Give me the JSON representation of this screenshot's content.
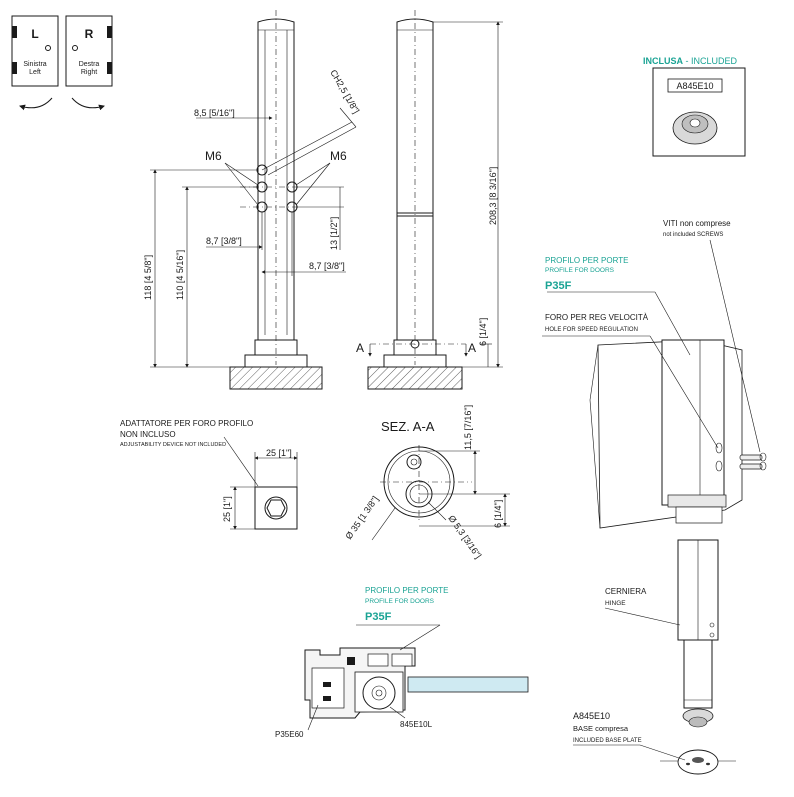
{
  "orientation": {
    "left": {
      "letter": "L",
      "it": "Sinistra",
      "en": "Left"
    },
    "right": {
      "letter": "R",
      "it": "Destra",
      "en": "Right"
    }
  },
  "dimensions": {
    "d_8_5": "8,5",
    "d_8_5_in": "5/16\"",
    "ch": "CH2,5",
    "ch_in": "1/8\"",
    "m6_left": "M6",
    "m6_right": "M6",
    "d_8_7a": "8,7",
    "d_8_7a_in": "3/8\"",
    "d_8_7b": "8,7",
    "d_8_7b_in": "3/8\"",
    "d_13": "13",
    "d_13_in": "1/2\"",
    "d_118": "118",
    "d_118_in": "4 5/8\"",
    "d_110": "110",
    "d_110_in": "4 5/16\"",
    "d_208": "208,3",
    "d_208_in": "8 3/16\"",
    "d_6": "6",
    "d_6_in": "1/4\"",
    "sec_a1": "A",
    "sec_a2": "A"
  },
  "included": {
    "title_it": "INCLUSA",
    "title_en": " - INCLUDED",
    "code": "A845E10"
  },
  "adapter": {
    "line1": "ADATTATORE PER FORO PROFILO",
    "line2": "NON INCLUSO",
    "line3": "ADJUSTABILITY DEVICE NOT INCLUDED",
    "w": "25",
    "w_in": "1\"",
    "h": "25",
    "h_in": "1\""
  },
  "section": {
    "title": "SEZ. A-A",
    "d_11_5": "11,5",
    "d_11_5_in": "7/16\"",
    "d_6": "6",
    "d_6_in": "1/4\"",
    "d_35": "Ø 35",
    "d_35_in": "1 3/8\"",
    "d_5_3": "Ø 5,3",
    "d_5_3_in": "3/16\""
  },
  "screws": {
    "it": "VITI non comprese",
    "en": "not included SCREWS"
  },
  "profile_top": {
    "it": "PROFILO PER PORTE",
    "en": "PROFILE FOR DOORS",
    "code": "P35F"
  },
  "speed_hole": {
    "it": "FORO PER REG VELOCITÀ",
    "en": "HOLE FOR SPEED REGULATION"
  },
  "hinge": {
    "it": "CERNIERA",
    "en": "HINGE"
  },
  "base": {
    "code": "A845E10",
    "it": "BASE compresa",
    "en": "INCLUDED BASE PLATE"
  },
  "profile_bottom": {
    "it": "PROFILO PER PORTE",
    "en": "PROFILE FOR DOORS",
    "code": "P35F",
    "part1": "P35E60",
    "part2": "845E10L"
  },
  "colors": {
    "accent": "#1aa394",
    "line": "#1a1a1a"
  }
}
